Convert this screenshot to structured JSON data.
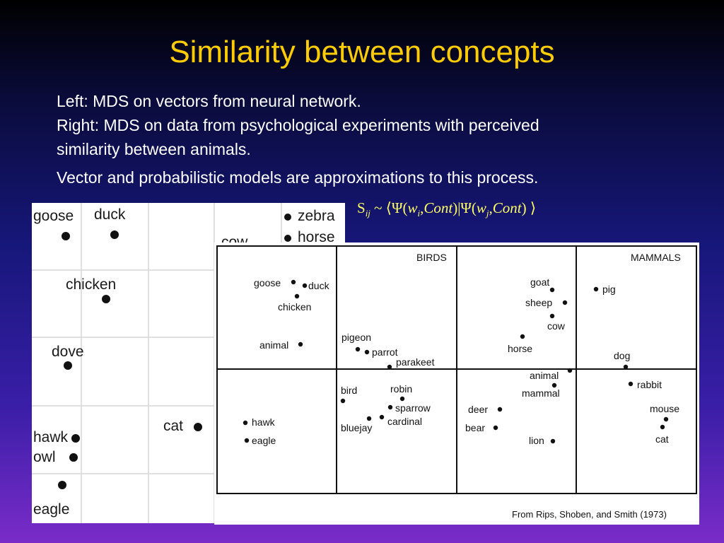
{
  "slide": {
    "title": "Similarity between concepts",
    "lines": [
      "Left: MDS on vectors from neural network.",
      "Right: MDS on data from psychological experiments with perceived",
      "similarity between animals.",
      "Vector and probabilistic models are approximations to this process."
    ],
    "formula": {
      "s": "S",
      "s_sub": "ij",
      "tilde": " ~ ⟨Ψ(",
      "w1": "w",
      "w1_sub": "i",
      "comma1": ",",
      "cont1": "Cont",
      "mid": ")|Ψ(",
      "w2": "w",
      "w2_sub": "j",
      "comma2": ",",
      "cont2": "Cont",
      "end": ") ⟩"
    }
  },
  "left_plot": {
    "labels": [
      "goose",
      "duck",
      "chicken",
      "dove",
      "hawk",
      "owl",
      "eagle",
      "cat",
      "zebra",
      "horse",
      "cow"
    ]
  },
  "right_plot": {
    "corner_labels": [
      "BIRDS",
      "MAMMALS"
    ],
    "labels": [
      "goose",
      "duck",
      "chicken",
      "animal",
      "pigeon",
      "parrot",
      "parakeet",
      "bird",
      "robin",
      "sparrow",
      "cardinal",
      "bluejay",
      "hawk",
      "eagle",
      "goat",
      "sheep",
      "cow",
      "horse",
      "pig",
      "dog",
      "rabbit",
      "animal",
      "mammal",
      "deer",
      "bear",
      "lion",
      "mouse",
      "cat"
    ],
    "citation": "From Rips, Shoben, and Smith (1973)"
  }
}
